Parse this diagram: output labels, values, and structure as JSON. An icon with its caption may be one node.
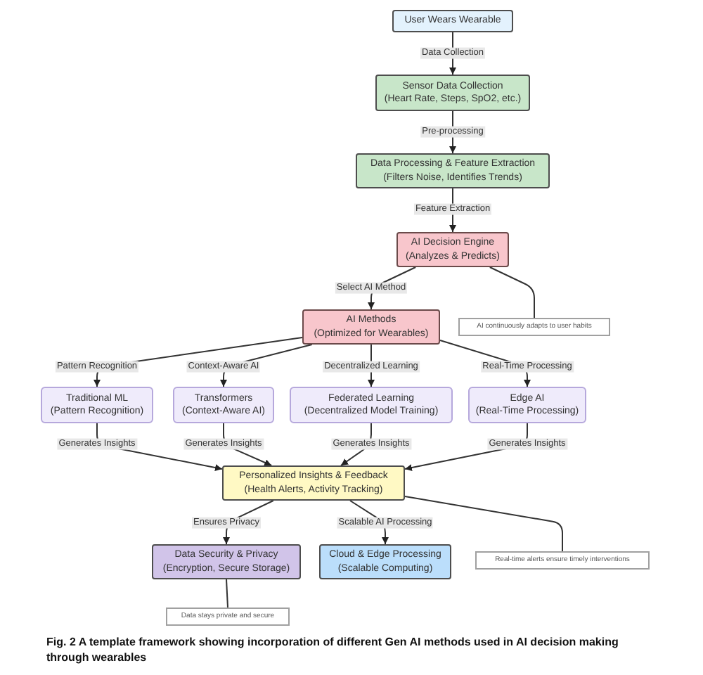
{
  "diagram": {
    "caption": "Fig. 2 A template framework showing incorporation of different Gen AI methods used in AI decision making through wearables",
    "nodes": [
      {
        "text": [
          "User Wears Wearable"
        ]
      },
      {
        "text": [
          "Sensor Data Collection",
          "(Heart Rate, Steps, SpO2, etc.)"
        ]
      },
      {
        "text": [
          "Data Processing & Feature Extraction",
          "(Filters Noise, Identifies Trends)"
        ]
      },
      {
        "text": [
          "AI Decision Engine",
          "(Analyzes & Predicts)"
        ]
      },
      {
        "text": [
          "AI Methods",
          "(Optimized for Wearables)"
        ]
      },
      {
        "text": [
          "Traditional ML",
          "(Pattern Recognition)"
        ]
      },
      {
        "text": [
          "Transformers",
          "(Context-Aware AI)"
        ]
      },
      {
        "text": [
          "Federated Learning",
          "(Decentralized Model Training)"
        ]
      },
      {
        "text": [
          "Edge AI",
          "(Real-Time Processing)"
        ]
      },
      {
        "text": [
          "Personalized Insights & Feedback",
          "(Health Alerts, Activity Tracking)"
        ]
      },
      {
        "text": [
          "Data Security & Privacy",
          "(Encryption, Secure Storage)"
        ]
      },
      {
        "text": [
          "Cloud & Edge Processing",
          "(Scalable Computing)"
        ]
      },
      {
        "text": [
          "AI continuously adapts to user habits"
        ]
      },
      {
        "text": [
          "Real-time alerts ensure timely interventions"
        ]
      },
      {
        "text": [
          "Data stays private and secure"
        ]
      }
    ],
    "edges": [
      {
        "from": 0,
        "to": 1,
        "arrow": "to",
        "label": "Data Collection"
      },
      {
        "from": 1,
        "to": 2,
        "arrow": "to",
        "label": "Pre-processing"
      },
      {
        "from": 2,
        "to": 3,
        "arrow": "to",
        "label": "Feature Extraction"
      },
      {
        "from": 3,
        "to": 4,
        "arrow": "to",
        "label": "Select AI Method"
      },
      {
        "from": 4,
        "to": 5,
        "arrow": "to",
        "label": "Pattern Recognition"
      },
      {
        "from": 4,
        "to": 6,
        "arrow": "to",
        "label": "Context-Aware AI"
      },
      {
        "from": 4,
        "to": 7,
        "arrow": "to",
        "label": "Decentralized Learning"
      },
      {
        "from": 4,
        "to": 8,
        "arrow": "to",
        "label": "Real-Time Processing"
      },
      {
        "from": 5,
        "to": 9,
        "arrow": "to",
        "label": "Generates Insights"
      },
      {
        "from": 6,
        "to": 9,
        "arrow": "to",
        "label": "Generates Insights"
      },
      {
        "from": 7,
        "to": 9,
        "arrow": "to",
        "label": "Generates Insights"
      },
      {
        "from": 8,
        "to": 9,
        "arrow": "to",
        "label": "Generates Insights"
      },
      {
        "from": 9,
        "to": 10,
        "arrow": "to",
        "label": "Ensures Privacy"
      },
      {
        "from": 9,
        "to": 11,
        "arrow": "to",
        "label": "Scalable AI Processing"
      },
      {
        "from": 3,
        "to": 12,
        "arrow": "none"
      },
      {
        "from": 9,
        "to": 13,
        "arrow": "none"
      },
      {
        "from": 10,
        "to": 14,
        "arrow": "none"
      }
    ]
  }
}
